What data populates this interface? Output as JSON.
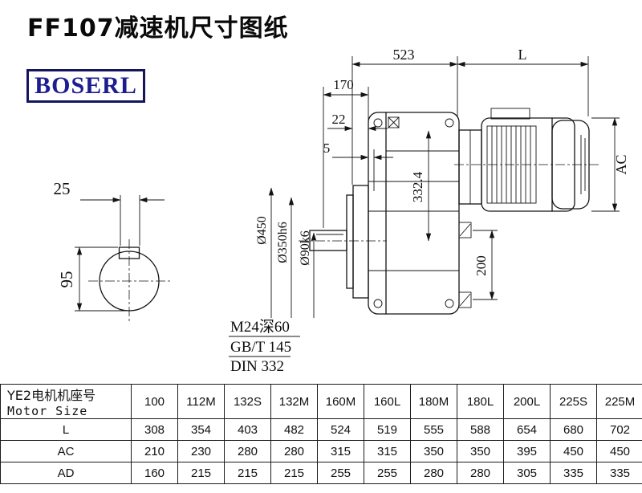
{
  "page": {
    "title": "FF107减速机尺寸图纸",
    "brand": "BOSERL",
    "line_color": "#141414",
    "brand_color": "#1d1d8f"
  },
  "drawing": {
    "dim_523": "523",
    "dim_L": "L",
    "dim_170": "170",
    "dim_22": "22",
    "dim_5": "5",
    "dim_AC": "AC",
    "dim_332_4": "332.4",
    "dim_200": "200",
    "dim_25": "25",
    "dim_95": "95",
    "dia_450": "Ø450",
    "dia_350": "Ø350h6",
    "dia_90": "Ø90k6",
    "note_thread": "M24深60",
    "note_gb": "GB/T 145",
    "note_din": "DIN 332"
  },
  "table": {
    "header": {
      "line1": "YE2电机机座号",
      "line2": "Motor Size"
    },
    "columns": [
      "100",
      "112M",
      "132S",
      "132M",
      "160M",
      "160L",
      "180M",
      "180L",
      "200L",
      "225S",
      "225M"
    ],
    "rows": [
      {
        "label": "L",
        "values": [
          "308",
          "354",
          "403",
          "482",
          "524",
          "519",
          "555",
          "588",
          "654",
          "680",
          "702"
        ]
      },
      {
        "label": "AC",
        "values": [
          "210",
          "230",
          "280",
          "280",
          "315",
          "315",
          "350",
          "350",
          "395",
          "450",
          "450"
        ]
      },
      {
        "label": "AD",
        "values": [
          "160",
          "215",
          "215",
          "215",
          "255",
          "255",
          "280",
          "280",
          "305",
          "335",
          "335"
        ]
      }
    ]
  }
}
